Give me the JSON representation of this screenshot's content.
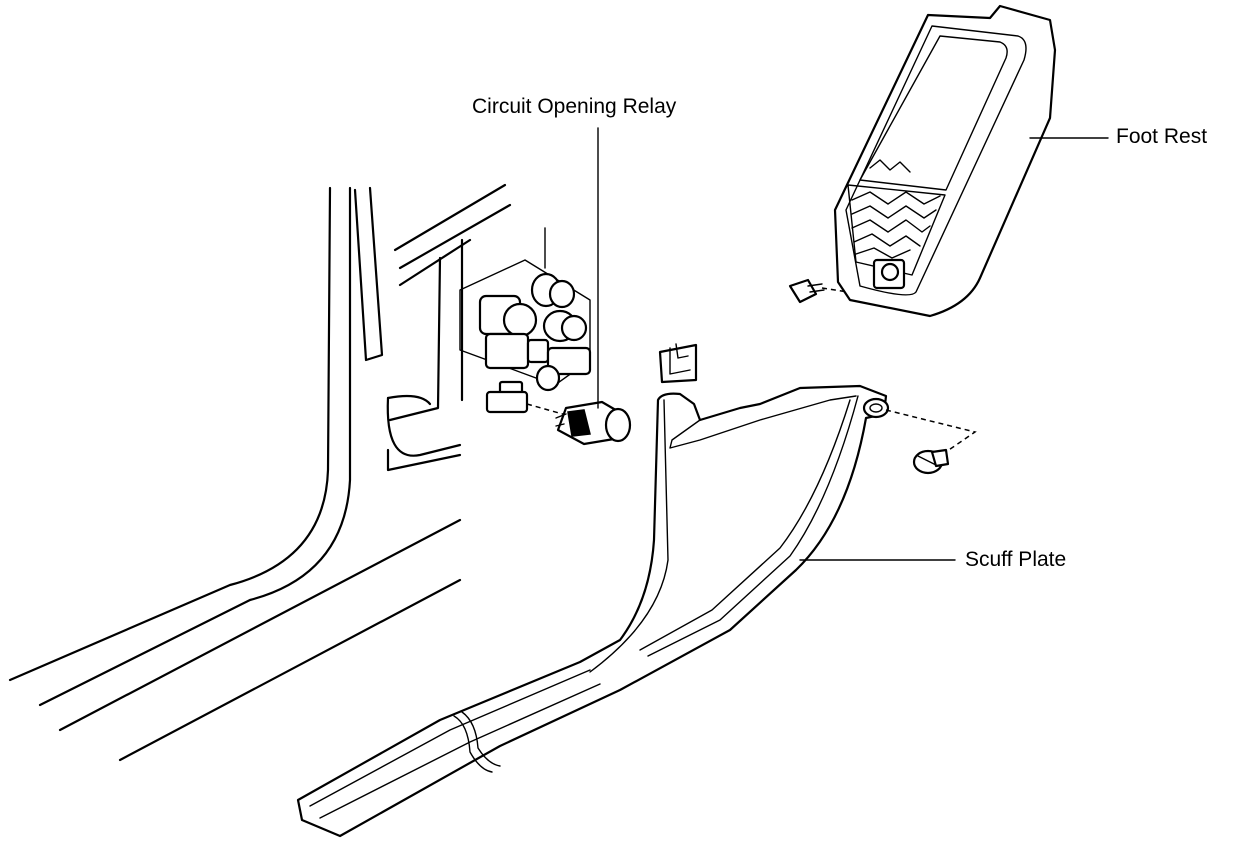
{
  "labels": {
    "circuit_opening_relay": "Circuit Opening Relay",
    "foot_rest": "Foot Rest",
    "scuff_plate": "Scuff Plate"
  }
}
